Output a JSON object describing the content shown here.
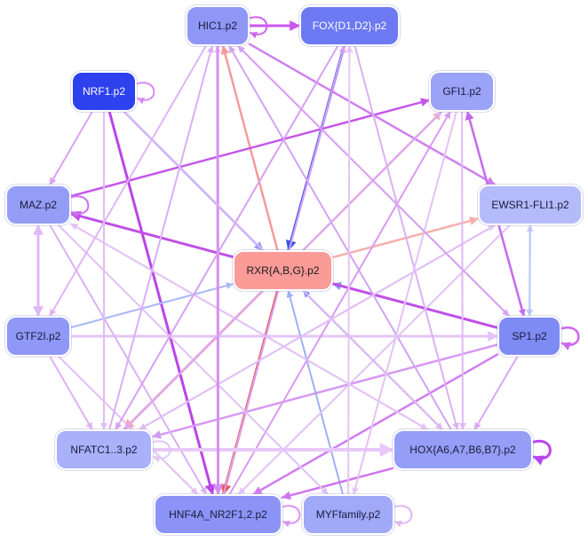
{
  "nodes": [
    {
      "id": "hic1",
      "label": "HIC1.p2",
      "fill": "#8f97f6",
      "text": "#1a1a3a"
    },
    {
      "id": "fox",
      "label": "FOX{D1,D2}.p2",
      "fill": "#6c79f2",
      "text": "#ffffff"
    },
    {
      "id": "nrf1",
      "label": "NRF1.p2",
      "fill": "#2e41ef",
      "text": "#ffffff"
    },
    {
      "id": "gfi1",
      "label": "GFI1.p2",
      "fill": "#9aa3f8",
      "text": "#1a1a3a"
    },
    {
      "id": "maz",
      "label": "MAZ.p2",
      "fill": "#949df6",
      "text": "#1a1a3a"
    },
    {
      "id": "ewsr1",
      "label": "EWSR1-FLI1.p2",
      "fill": "#b4bbfb",
      "text": "#1a1a3a"
    },
    {
      "id": "rxr",
      "label": "RXR{A,B,G}.p2",
      "fill": "#fb9b98",
      "text": "#1a1a1a"
    },
    {
      "id": "gtf2i",
      "label": "GTF2I.p2",
      "fill": "#8f98f6",
      "text": "#1a1a3a"
    },
    {
      "id": "sp1",
      "label": "SP1.p2",
      "fill": "#7f8bf5",
      "text": "#1a1a3a"
    },
    {
      "id": "nfatc",
      "label": "NFATC1..3.p2",
      "fill": "#a9b1fa",
      "text": "#1a1a3a"
    },
    {
      "id": "hox",
      "label": "HOX{A6,A7,B6,B7}.p2",
      "fill": "#959ef7",
      "text": "#1a1a3a"
    },
    {
      "id": "hnf4a",
      "label": "HNF4A_NR2F1,2.p2",
      "fill": "#8b94f6",
      "text": "#1a1a3a"
    },
    {
      "id": "myf",
      "label": "MYFfamily.p2",
      "fill": "#a0a8f8",
      "text": "#1a1a3a"
    }
  ],
  "edges": [
    {
      "from": "hic1",
      "to": "fox",
      "color": "#cc55ee",
      "weight": 3
    },
    {
      "from": "hic1",
      "to": "hic1",
      "color": "#cc66ee",
      "weight": 2
    },
    {
      "from": "fox",
      "to": "rxr",
      "color": "#3a52ee",
      "weight": 3
    },
    {
      "from": "rxr",
      "to": "hic1",
      "color": "#f79a9a",
      "weight": 2.5
    },
    {
      "from": "rxr",
      "to": "gfi1",
      "color": "#f9a3a0",
      "weight": 2.5
    },
    {
      "from": "rxr",
      "to": "ewsr1",
      "color": "#f7b0ae",
      "weight": 2.5
    },
    {
      "from": "rxr",
      "to": "maz",
      "color": "#f6b7a9",
      "weight": 2.5
    },
    {
      "from": "rxr",
      "to": "nfatc",
      "color": "#f4a9a6",
      "weight": 3
    },
    {
      "from": "rxr",
      "to": "hnf4a",
      "color": "#ee5555",
      "weight": 3
    },
    {
      "from": "nrf1",
      "to": "rxr",
      "color": "#8d9ef2",
      "weight": 2.5
    },
    {
      "from": "nrf1",
      "to": "hnf4a",
      "color": "#bb44e8",
      "weight": 3
    },
    {
      "from": "nrf1",
      "to": "nrf1",
      "color": "#d98cf2",
      "weight": 2
    },
    {
      "from": "nrf1",
      "to": "maz",
      "color": "#d9a1f3",
      "weight": 2
    },
    {
      "from": "sp1",
      "to": "rxr",
      "color": "#8b9cf4",
      "weight": 2.5
    },
    {
      "from": "sp1",
      "to": "maz",
      "color": "#c050e8",
      "weight": 3
    },
    {
      "from": "sp1",
      "to": "gfi1",
      "color": "#c060ea",
      "weight": 2.5
    },
    {
      "from": "sp1",
      "to": "ewsr1",
      "color": "#d6c8f6",
      "weight": 2
    },
    {
      "from": "sp1",
      "to": "sp1",
      "color": "#cc66ee",
      "weight": 2.5
    },
    {
      "from": "sp1",
      "to": "nfatc",
      "color": "#d698f3",
      "weight": 2.5
    },
    {
      "from": "sp1",
      "to": "hnf4a",
      "color": "#d07df0",
      "weight": 2.5
    },
    {
      "from": "gtf2i",
      "to": "rxr",
      "color": "#aab8f6",
      "weight": 2
    },
    {
      "from": "gtf2i",
      "to": "sp1",
      "color": "#e4c4f6",
      "weight": 3
    },
    {
      "from": "gtf2i",
      "to": "maz",
      "color": "#e2baf6",
      "weight": 3
    },
    {
      "from": "gtf2i",
      "to": "nfatc",
      "color": "#dfb1f5",
      "weight": 2
    },
    {
      "from": "gtf2i",
      "to": "hnf4a",
      "color": "#e3bdf6",
      "weight": 2
    },
    {
      "from": "myf",
      "to": "rxr",
      "color": "#9db0f4",
      "weight": 2
    },
    {
      "from": "myf",
      "to": "myf",
      "color": "#e2b6f5",
      "weight": 2
    },
    {
      "from": "hox",
      "to": "rxr",
      "color": "#7b8ff2",
      "weight": 2
    },
    {
      "from": "hox",
      "to": "hox",
      "color": "#bb44ee",
      "weight": 3
    },
    {
      "from": "hox",
      "to": "hnf4a",
      "color": "#cf75ef",
      "weight": 2.5
    },
    {
      "from": "hox",
      "to": "maz",
      "color": "#e0c0f6",
      "weight": 2
    },
    {
      "from": "hox",
      "to": "hic1",
      "color": "#d3a3f2",
      "weight": 2
    },
    {
      "from": "hnf4a",
      "to": "hic1",
      "color": "#e4c6f6",
      "weight": 2
    },
    {
      "from": "hnf4a",
      "to": "hnf4a",
      "color": "#d994f3",
      "weight": 2
    },
    {
      "from": "hnf4a",
      "to": "gfi1",
      "color": "#d89bf2",
      "weight": 2
    },
    {
      "from": "hnf4a",
      "to": "fox",
      "color": "#d8a0f3",
      "weight": 2
    },
    {
      "from": "maz",
      "to": "gfi1",
      "color": "#c456ea",
      "weight": 2.5
    },
    {
      "from": "maz",
      "to": "maz",
      "color": "#cd72ef",
      "weight": 2
    },
    {
      "from": "maz",
      "to": "gtf2i",
      "color": "#e0b8f6",
      "weight": 3
    },
    {
      "from": "maz",
      "to": "hox",
      "color": "#e2c2f6",
      "weight": 2
    },
    {
      "from": "maz",
      "to": "hnf4a",
      "color": "#dbb0f4",
      "weight": 2
    },
    {
      "from": "maz",
      "to": "myf",
      "color": "#e2c0f6",
      "weight": 2
    },
    {
      "from": "nfatc",
      "to": "hox",
      "color": "#e8c8f8",
      "weight": 4
    },
    {
      "from": "nfatc",
      "to": "hic1",
      "color": "#dcaef5",
      "weight": 2
    },
    {
      "from": "nfatc",
      "to": "nfatc",
      "color": "#e3c6f6",
      "weight": 2
    },
    {
      "from": "nfatc",
      "to": "ewsr1",
      "color": "#e6d2f8",
      "weight": 2
    },
    {
      "from": "nfatc",
      "to": "gfi1",
      "color": "#e0c2f6",
      "weight": 2
    },
    {
      "from": "ewsr1",
      "to": "nfatc",
      "color": "#e1bdf6",
      "weight": 2
    },
    {
      "from": "ewsr1",
      "to": "hnf4a",
      "color": "#e2c2f6",
      "weight": 2
    },
    {
      "from": "hic1",
      "to": "ewsr1",
      "color": "#cf7ff0",
      "weight": 2.5
    },
    {
      "from": "hic1",
      "to": "hnf4a",
      "color": "#d58ef2",
      "weight": 3
    },
    {
      "from": "hic1",
      "to": "sp1",
      "color": "#dcaaf4",
      "weight": 2
    },
    {
      "from": "hic1",
      "to": "gtf2i",
      "color": "#e0b4f5",
      "weight": 2
    },
    {
      "from": "fox",
      "to": "nfatc",
      "color": "#d7a0f3",
      "weight": 2
    },
    {
      "from": "fox",
      "to": "hox",
      "color": "#dcb0f4",
      "weight": 2
    },
    {
      "from": "gfi1",
      "to": "nfatc",
      "color": "#dca6f4",
      "weight": 2
    },
    {
      "from": "gfi1",
      "to": "hox",
      "color": "#e0b7f5",
      "weight": 2
    },
    {
      "from": "gfi1",
      "to": "myf",
      "color": "#e3c2f6",
      "weight": 2
    },
    {
      "from": "sp1",
      "to": "hic1",
      "color": "#d7a0f3",
      "weight": 2
    },
    {
      "from": "myf",
      "to": "fox",
      "color": "#e3c6f6",
      "weight": 2
    },
    {
      "from": "nrf1",
      "to": "nfatc",
      "color": "#e0bdf5",
      "weight": 2
    },
    {
      "from": "nrf1",
      "to": "hox",
      "color": "#dfb8f5",
      "weight": 2
    },
    {
      "from": "sp1",
      "to": "hox",
      "color": "#d9a8f4",
      "weight": 2
    },
    {
      "from": "ewsr1",
      "to": "sp1",
      "color": "#b9c6f8",
      "weight": 2
    },
    {
      "from": "gfi1",
      "to": "sp1",
      "color": "#c66eea",
      "weight": 2
    }
  ]
}
